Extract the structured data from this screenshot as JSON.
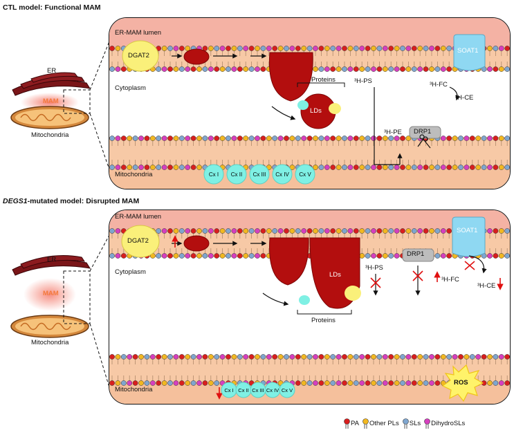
{
  "panel1": {
    "header": "CTL model: Functional MAM",
    "lumen_label": "ER-MAM lumen",
    "cytoplasm_label": "Cytoplasm",
    "mito_label": "Mitochondria",
    "dgat2": "DGAT2",
    "soat1": "SOAT1",
    "proteins": "Proteins",
    "lds": "LDs",
    "h3ps": "³H-PS",
    "h3pe": "³H-PE",
    "h3fc": "³H-FC",
    "h3ce": "³H-CE",
    "drp1": "DRP1",
    "complexes": [
      "Cx I",
      "Cx II",
      "Cx III",
      "Cx IV",
      "Cx V"
    ]
  },
  "panel2": {
    "header_italic": "DEGS1",
    "header_rest": "-mutated model: Disrupted MAM",
    "lumen_label": "ER-MAM lumen",
    "cytoplasm_label": "Cytoplasm",
    "mito_label": "Mitochondria",
    "dgat2": "DGAT2",
    "soat1": "SOAT1",
    "proteins": "Proteins",
    "lds": "LDs",
    "h3ps": "³H-PS",
    "h3fc": "³H-FC",
    "h3ce": "³H-CE",
    "drp1": "DRP1",
    "ros": "ROS",
    "complexes": [
      "Cx I",
      "Cx II",
      "Cx III",
      "Cx IV",
      "Cx V"
    ]
  },
  "left1": {
    "er": "ER",
    "mam": "MAM",
    "mito": "Mitochondria"
  },
  "left2": {
    "er": "ER",
    "mam": "MAM",
    "mito": "Mitochondria"
  },
  "legend": [
    {
      "label": "PA",
      "color": "#d81e1e"
    },
    {
      "label": "Other PLs",
      "color": "#f2b820"
    },
    {
      "label": "SLs",
      "color": "#7fa6cf"
    },
    {
      "label": "DihydroSLs",
      "color": "#d63fbf"
    }
  ],
  "colors": {
    "lumen": "#f4b2a4",
    "membrane": "#f7c9a6",
    "ld": "#b30e0e",
    "dgat2": "#faf07a",
    "soat1": "#8fd8f2",
    "complex": "#7ff0e4",
    "arrow_red": "#e01010"
  }
}
